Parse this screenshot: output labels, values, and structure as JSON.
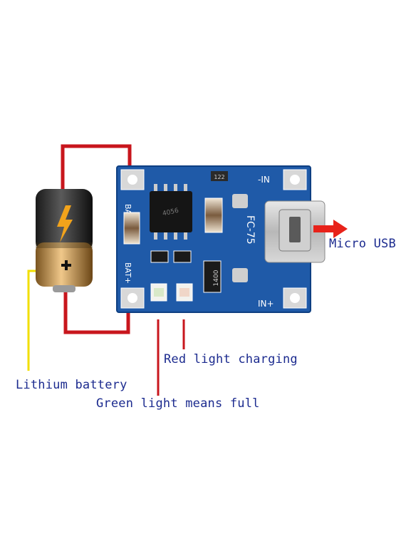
{
  "board": {
    "bat_minus": "BAT-",
    "bat_plus": "BAT+",
    "in_minus": "-IN",
    "in_plus": "IN+",
    "usb_marking": "FC-75",
    "chip_marking": "4056",
    "resistor_top": "122",
    "resistor_bottom": "1400"
  },
  "labels": {
    "micro_usb": "Micro USB",
    "red_light": "Red light charging",
    "lithium": "Lithium battery",
    "green_light": "Green light  means full"
  },
  "colors": {
    "wire_red": "#c8161d",
    "wire_yellow": "#f2df00",
    "label_text": "#1c2b8f",
    "pcb_blue": "#1f5aa8",
    "arrow_red": "#e8221a"
  },
  "icons": {
    "battery": "battery-icon",
    "lightning": "lightning-icon",
    "plus": "plus-icon"
  }
}
